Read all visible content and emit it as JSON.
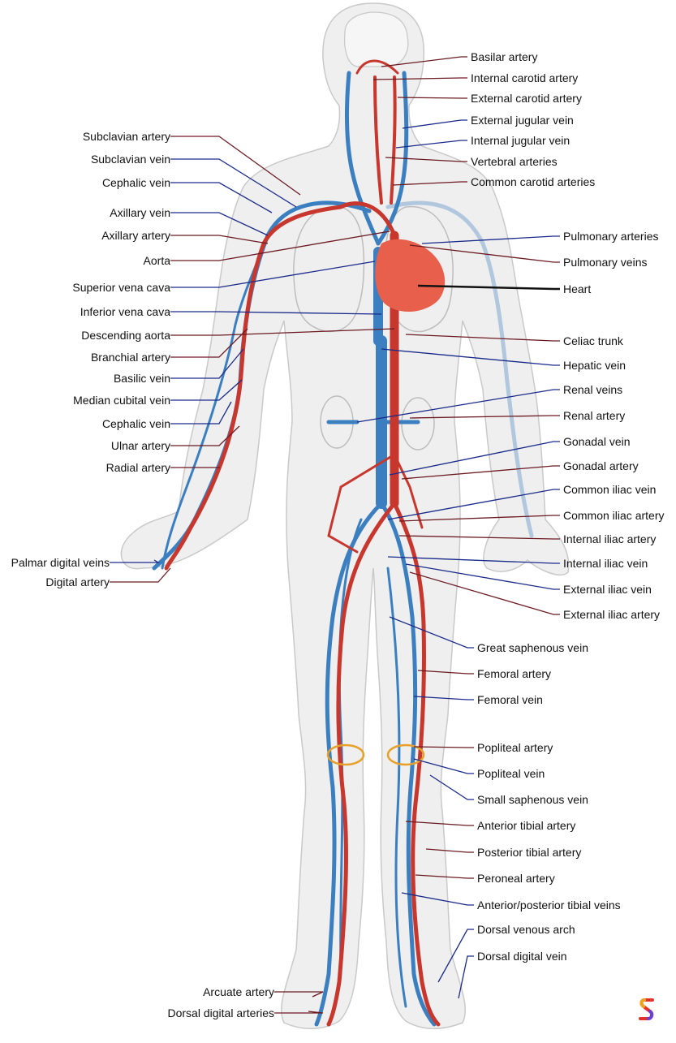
{
  "diagram": {
    "left_labels": [
      {
        "text": "Subclavian artery",
        "type": "artery"
      },
      {
        "text": "Subclavian vein",
        "type": "vein"
      },
      {
        "text": "Cephalic vein",
        "type": "vein"
      },
      {
        "text": "Axillary vein",
        "type": "vein"
      },
      {
        "text": "Axillary artery",
        "type": "artery"
      },
      {
        "text": "Aorta",
        "type": "artery"
      },
      {
        "text": "Superior vena cava",
        "type": "vein"
      },
      {
        "text": "Inferior vena cava",
        "type": "vein"
      },
      {
        "text": "Descending aorta",
        "type": "artery"
      },
      {
        "text": "Branchial artery",
        "type": "artery"
      },
      {
        "text": "Basilic vein",
        "type": "vein"
      },
      {
        "text": "Median cubital vein",
        "type": "vein"
      },
      {
        "text": "Cephalic vein",
        "type": "vein"
      },
      {
        "text": "Ulnar artery",
        "type": "artery"
      },
      {
        "text": "Radial artery",
        "type": "artery"
      },
      {
        "text": "Palmar digital veins",
        "type": "vein"
      },
      {
        "text": "Digital artery",
        "type": "artery"
      },
      {
        "text": "Arcuate artery",
        "type": "artery"
      },
      {
        "text": "Dorsal digital arteries",
        "type": "artery"
      }
    ],
    "right_labels": [
      {
        "text": "Basilar artery",
        "type": "artery"
      },
      {
        "text": "Internal carotid artery",
        "type": "artery"
      },
      {
        "text": "External carotid artery",
        "type": "artery"
      },
      {
        "text": "External jugular vein",
        "type": "vein"
      },
      {
        "text": "Internal jugular vein",
        "type": "vein"
      },
      {
        "text": "Vertebral arteries",
        "type": "artery"
      },
      {
        "text": "Common carotid arteries",
        "type": "artery"
      },
      {
        "text": "Pulmonary arteries",
        "type": "vein"
      },
      {
        "text": "Pulmonary veins",
        "type": "artery"
      },
      {
        "text": "Heart",
        "type": "heart"
      },
      {
        "text": "Celiac trunk",
        "type": "artery"
      },
      {
        "text": "Hepatic vein",
        "type": "vein"
      },
      {
        "text": "Renal veins",
        "type": "vein"
      },
      {
        "text": "Renal artery",
        "type": "artery"
      },
      {
        "text": "Gonadal vein",
        "type": "vein"
      },
      {
        "text": "Gonadal artery",
        "type": "artery"
      },
      {
        "text": "Common iliac vein",
        "type": "vein"
      },
      {
        "text": "Common iliac artery",
        "type": "artery"
      },
      {
        "text": "Internal iliac artery",
        "type": "artery"
      },
      {
        "text": "Internal iliac vein",
        "type": "vein"
      },
      {
        "text": "External iliac vein",
        "type": "vein"
      },
      {
        "text": "External iliac artery",
        "type": "artery"
      },
      {
        "text": "Great saphenous vein",
        "type": "vein"
      },
      {
        "text": "Femoral artery",
        "type": "artery"
      },
      {
        "text": "Femoral vein",
        "type": "vein"
      },
      {
        "text": "Popliteal artery",
        "type": "artery"
      },
      {
        "text": "Popliteal vein",
        "type": "vein"
      },
      {
        "text": "Small saphenous vein",
        "type": "vein"
      },
      {
        "text": "Anterior tibial artery",
        "type": "artery"
      },
      {
        "text": "Posterior tibial artery",
        "type": "artery"
      },
      {
        "text": "Peroneal artery",
        "type": "artery"
      },
      {
        "text": "Anterior/posterior tibial veins",
        "type": "vein"
      },
      {
        "text": "Dorsal venous arch",
        "type": "vein"
      },
      {
        "text": "Dorsal digital vein",
        "type": "vein"
      }
    ]
  },
  "colors": {
    "artery": "#c8372d",
    "vein": "#3b7fc0",
    "artery_line": "#6b1a22",
    "vein_line": "#1a2a8a",
    "heart": "#e8604c",
    "body_fill": "#efefef",
    "body_stroke": "#c8c8c8",
    "nerve": "#e6a12b"
  },
  "icons": {
    "logo": "brand-s-logo-icon"
  }
}
